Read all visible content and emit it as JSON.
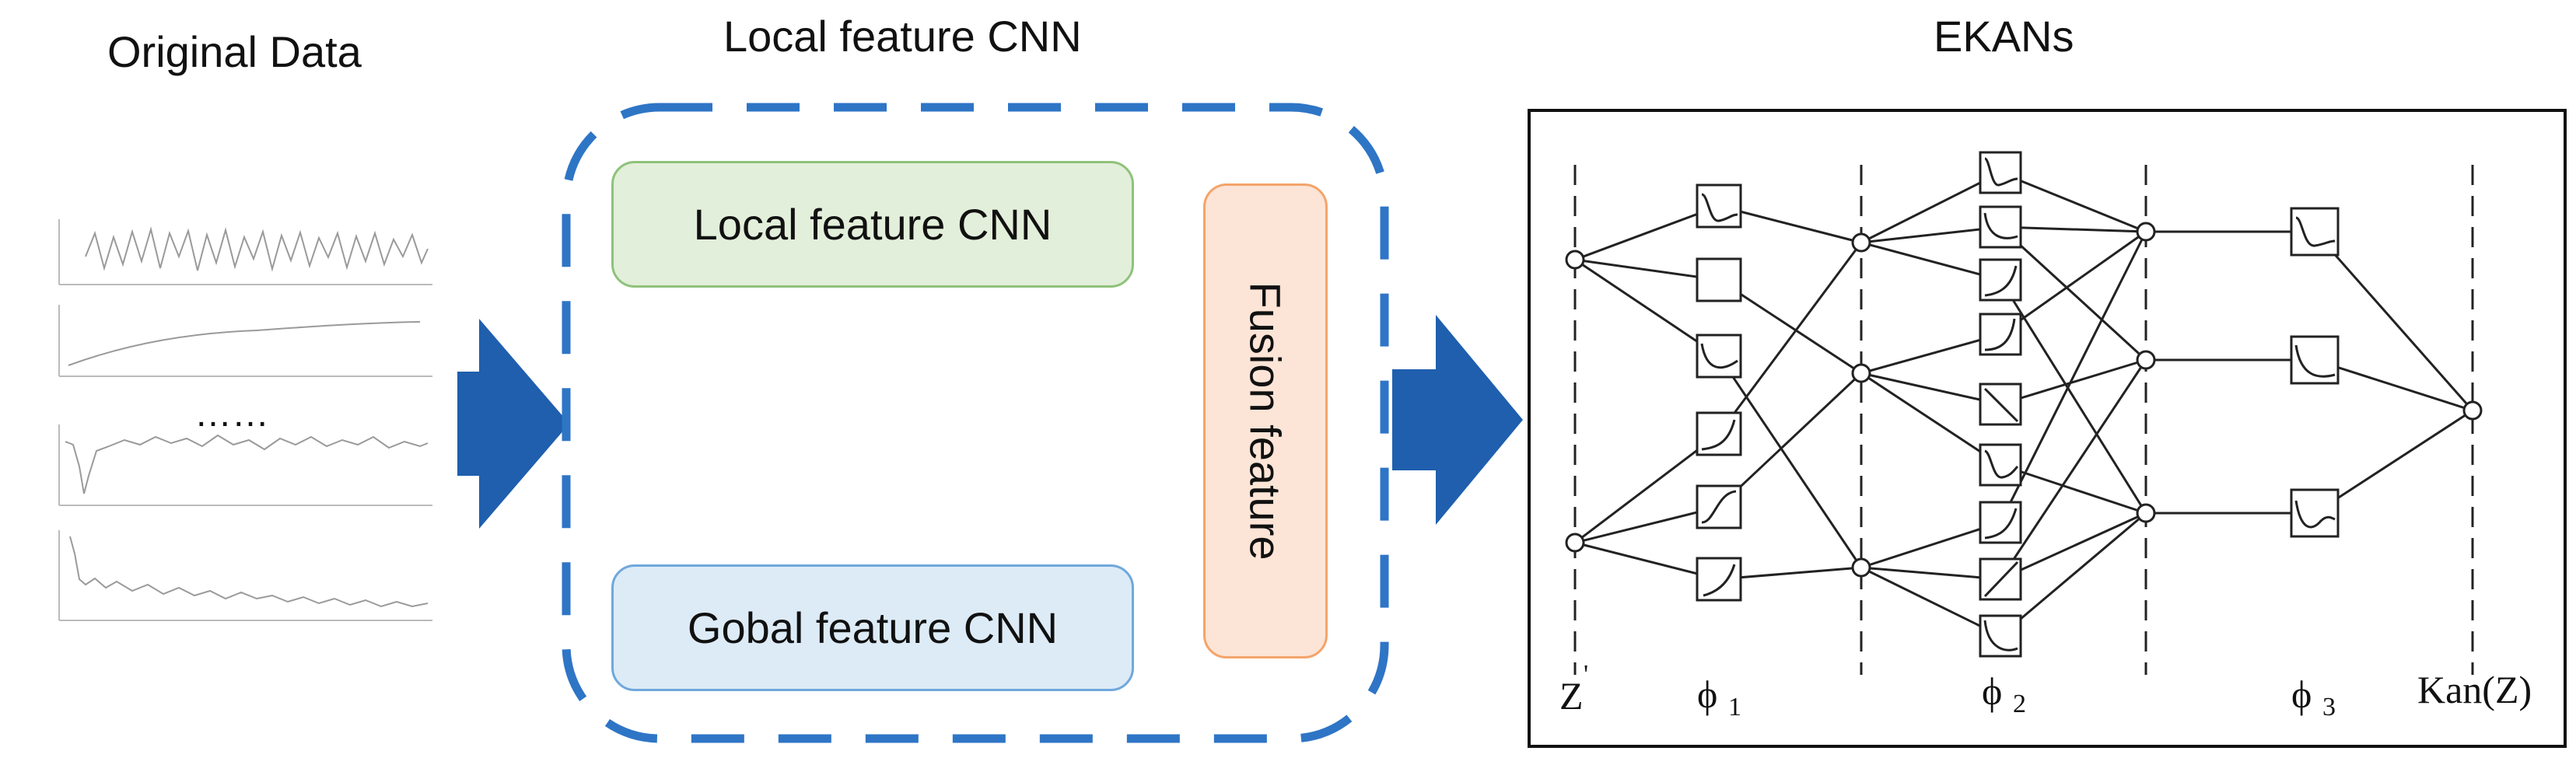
{
  "titles": {
    "original_data": "Original Data",
    "cnn_section": "Local feature CNN",
    "ekans": "EKANs"
  },
  "cnn_block": {
    "local_box": "Local feature CNN",
    "global_box": "Gobal feature CNN",
    "fusion_box": "Fusion feature"
  },
  "original_data": {
    "ellipsis": "……"
  },
  "ekan_network": {
    "input_label": "Z",
    "input_prime": "'",
    "phi_symbol": "ϕ",
    "phi1_sub": "1",
    "phi2_sub": "2",
    "phi3_sub": "3",
    "output_label": "Kan(Z)"
  },
  "colors": {
    "arrow_blue": "#1f5fae",
    "dashed_border_blue": "#2e75c6",
    "local_fill": "#e2efda",
    "global_fill": "#ddebf7",
    "fusion_fill": "#fce4d6"
  }
}
